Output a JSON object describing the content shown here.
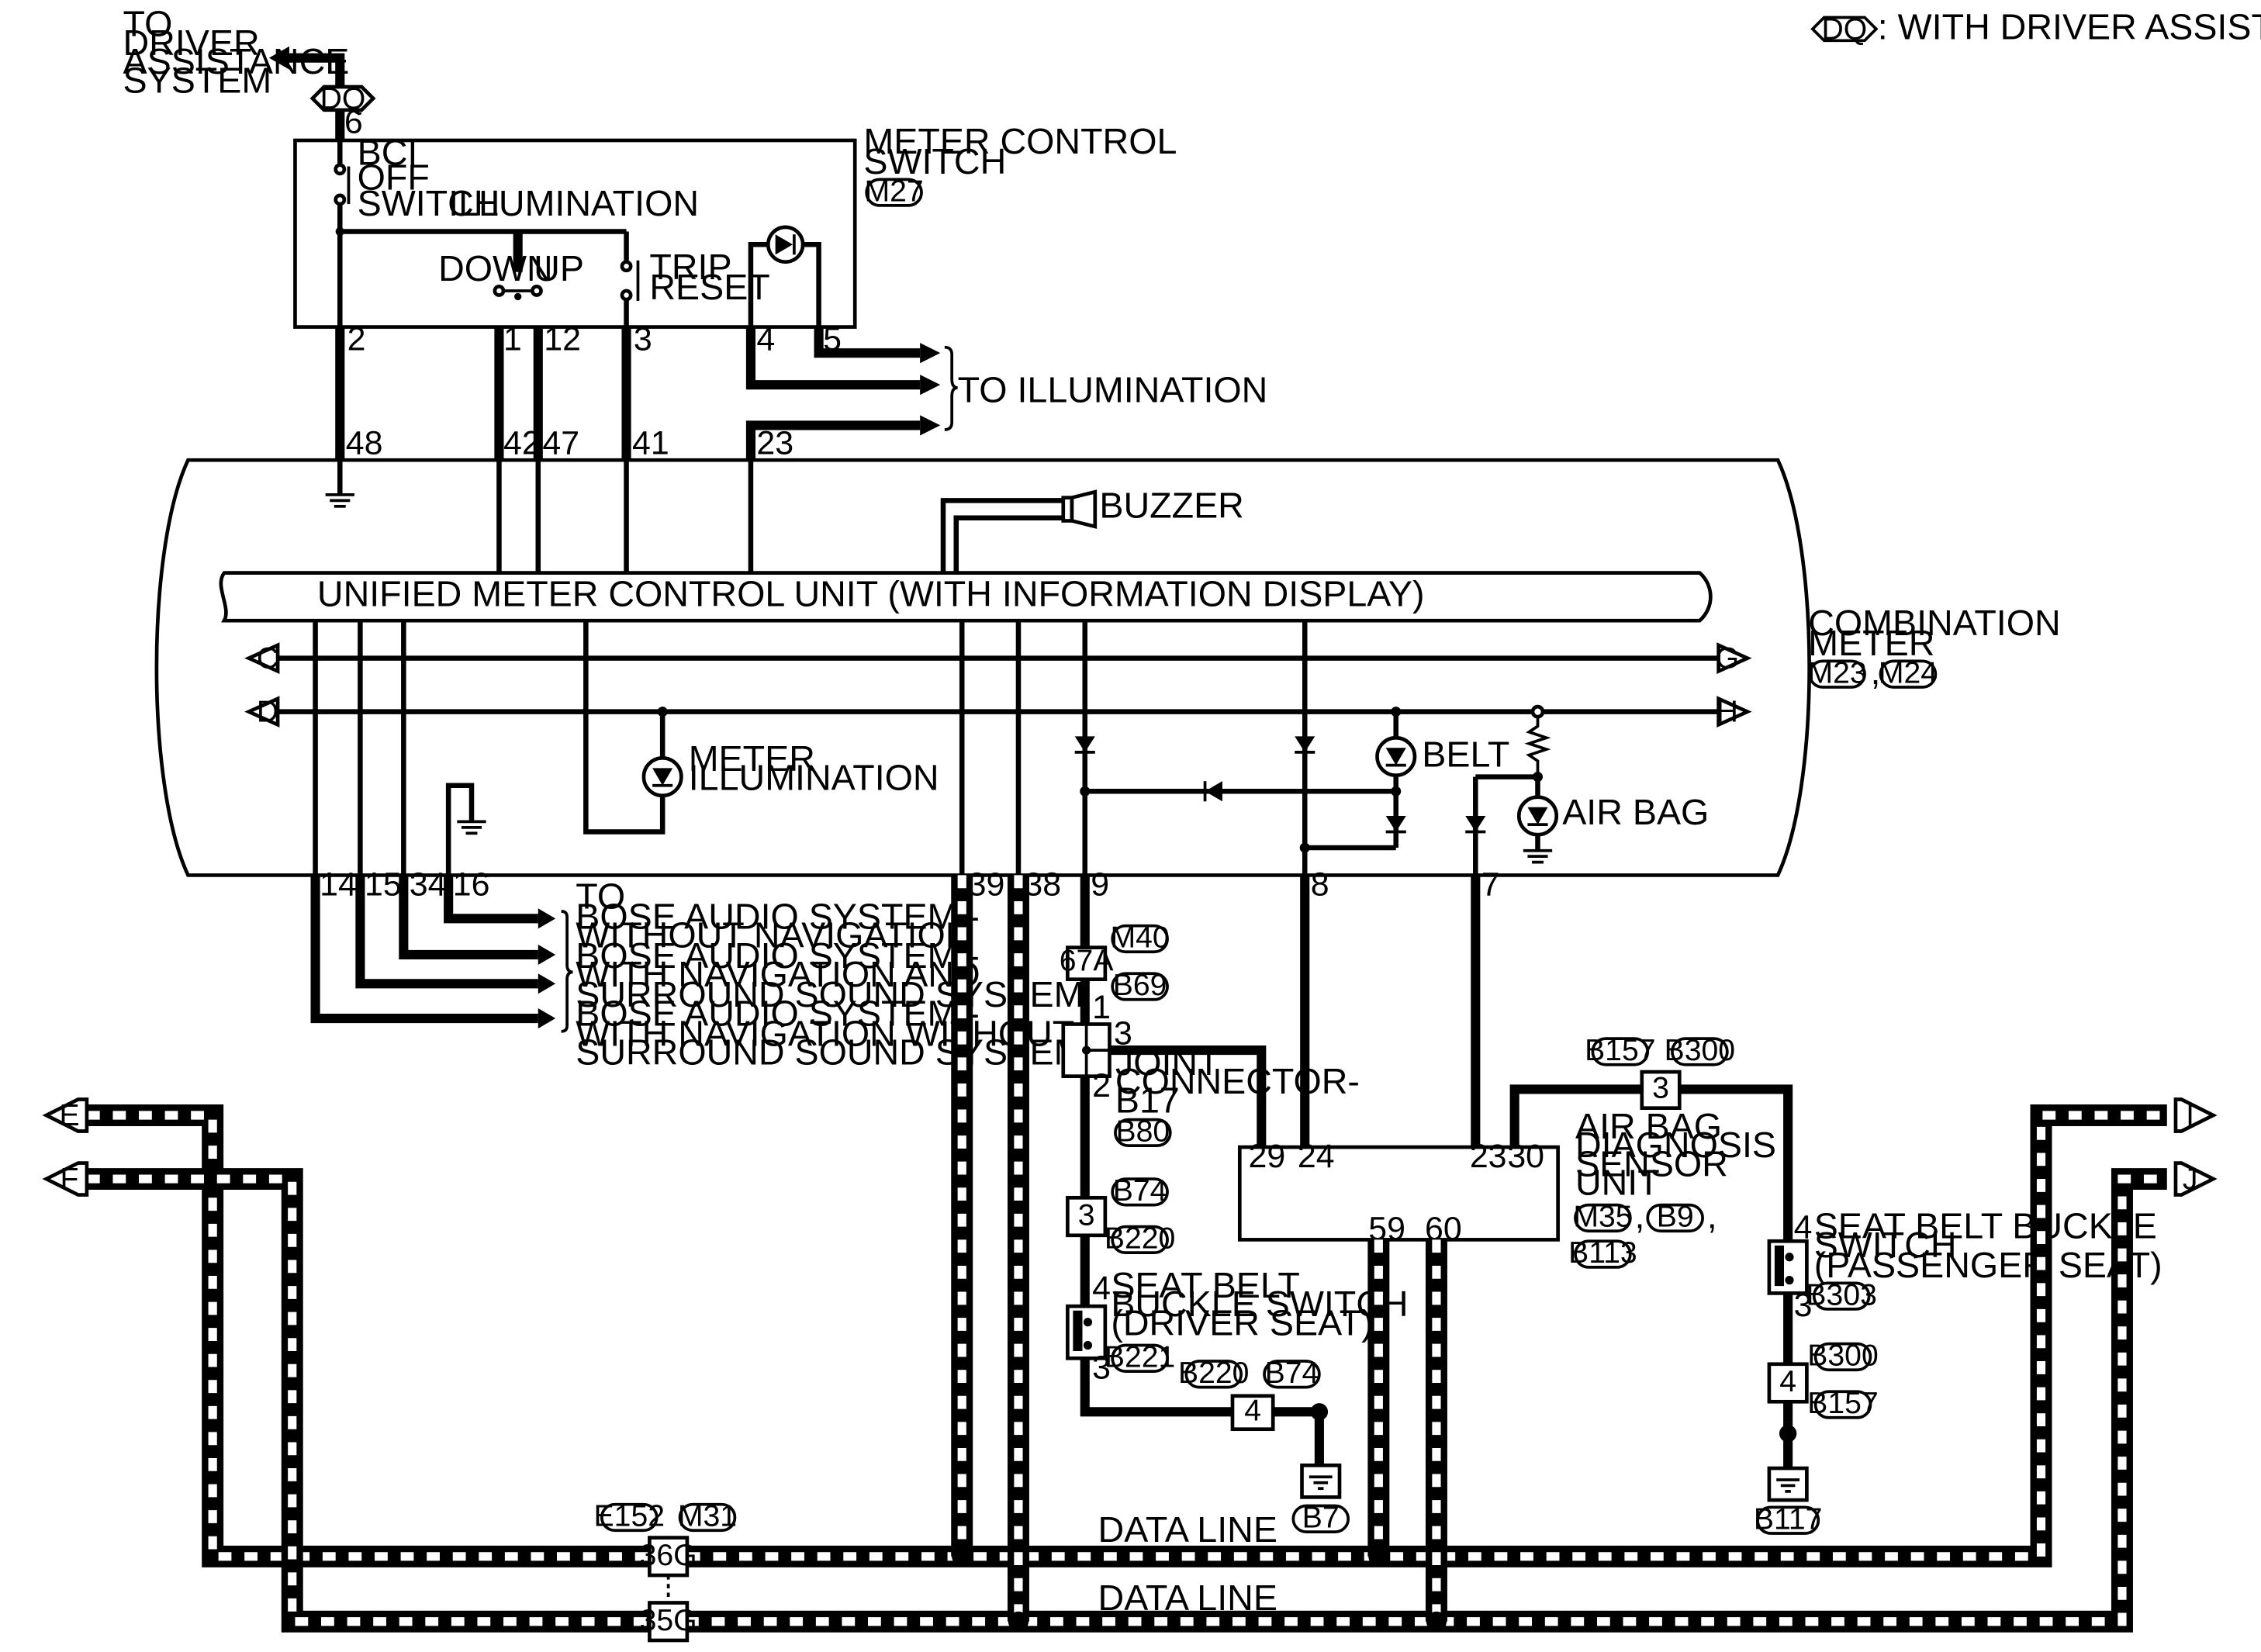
{
  "legend": {
    "tag": "DQ",
    "text": ": WITH DRIVER ASSISTANCE SYSTEM"
  },
  "to_driver_assistance": [
    "TO",
    "DRIVER",
    "ASSISTANCE",
    "SYSTEM"
  ],
  "dq_tag": "DQ",
  "meter_control_switch": {
    "title": [
      "METER CONTROL",
      "SWITCH"
    ],
    "connector": "M27",
    "bci": [
      "BCI",
      "OFF",
      "SWITCH"
    ],
    "illumination": "ILLUMINATION",
    "down": "DOWN",
    "up": "UP",
    "trip_reset": [
      "TRIP",
      "RESET"
    ],
    "pins": {
      "p6": "6",
      "p2": "2",
      "p1": "1",
      "p12": "12",
      "p3": "3",
      "p4": "4",
      "p5": "5"
    }
  },
  "to_illumination": "TO ILLUMINATION",
  "combination_meter": {
    "title": [
      "COMBINATION",
      "METER"
    ],
    "connectors": [
      "M23",
      "M24"
    ],
    "unit": "UNIFIED METER CONTROL UNIT (WITH INFORMATION DISPLAY)",
    "buzzer": "BUZZER",
    "meter_illumination": [
      "METER",
      "ILLUMINATION"
    ],
    "belt": "BELT",
    "air_bag": "AIR BAG",
    "top_pins": {
      "p48": "48",
      "p42": "42",
      "p47": "47",
      "p41": "41",
      "p23": "23"
    },
    "bottom_pins": {
      "p14": "14",
      "p15": "15",
      "p34": "34",
      "p16": "16",
      "p39": "39",
      "p38": "38",
      "p9": "9",
      "p8": "8",
      "p7": "7"
    },
    "offpage": {
      "c": "C",
      "d": "D",
      "g": "G",
      "h": "H"
    }
  },
  "bose": [
    "TO",
    "BOSE AUDIO SYSTEM -",
    "WITHOUT NAVIGATION",
    "BOSE AUDIO SYSTEM -",
    "WITH NAVIGATION AND",
    "SURROUND SOUND SYSTEM",
    "BOSE AUDIO SYSTEM -",
    "WITH NAVIGATION WITHOUT",
    "SURROUND SOUND SYSTEM"
  ],
  "m40": "M40",
  "b69": "B69",
  "c67a": "67A",
  "pin_1": "1",
  "joint_connector": {
    "label": [
      "JOINT",
      "CONNECTOR-",
      "B17"
    ],
    "connector": "B80",
    "pin3": "3",
    "pin2": "2"
  },
  "b74_a": "B74",
  "b220_a": "B220",
  "inline_3": "3",
  "driver_switch": {
    "label": [
      "SEAT BELT",
      "BUCKLE SWITCH",
      "(DRIVER SEAT)"
    ],
    "connector": "B221",
    "pin4": "4",
    "pin3": "3"
  },
  "b220_b": "B220",
  "b74_b": "B74",
  "inline_4": "4",
  "ground_b7": "B7",
  "airbag_unit": {
    "label": [
      "AIR BAG",
      "DIAGNOSIS",
      "SENSOR",
      "UNIT"
    ],
    "connectors": [
      "M35",
      "B9",
      "B113"
    ],
    "pins": {
      "p29": "29",
      "p24": "24",
      "p23": "23",
      "p30": "30",
      "p59": "59",
      "p60": "60"
    }
  },
  "b157_a": "B157",
  "b300_a": "B300",
  "inline_3b": "3",
  "passenger_switch": {
    "label": [
      "SEAT BELT BUCKLE",
      "SWITCH",
      "(PASSENGER SEAT)"
    ],
    "connector": "B303",
    "pin4": "4",
    "pin3": "3"
  },
  "b300_b": "B300",
  "b157_b": "B157",
  "inline_4b": "4",
  "ground_b117": "B117",
  "data_line_1": "DATA LINE",
  "data_line_2": "DATA LINE",
  "e152": "E152",
  "m31": "M31",
  "c36g": "36G",
  "c35g": "35G",
  "offpage_e": "E",
  "offpage_f": "F",
  "offpage_i": "I",
  "offpage_j": "J",
  "comma": ","
}
